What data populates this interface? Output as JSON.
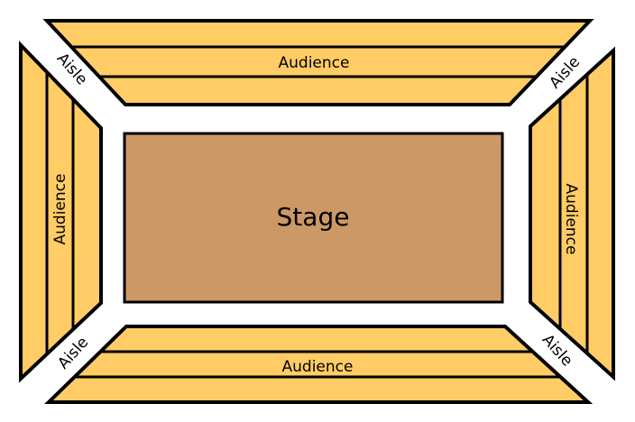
{
  "stage": {
    "label": "Stage",
    "color": "#cc9966"
  },
  "seating_color": "#ffcc66",
  "sections": {
    "top": {
      "label": "Audience"
    },
    "bottom": {
      "label": "Audience"
    },
    "left": {
      "label": "Audience"
    },
    "right": {
      "label": "Audience"
    }
  },
  "aisles": {
    "top_left": "Aisle",
    "top_right": "Aisle",
    "bottom_left": "Aisle",
    "bottom_right": "Aisle"
  }
}
